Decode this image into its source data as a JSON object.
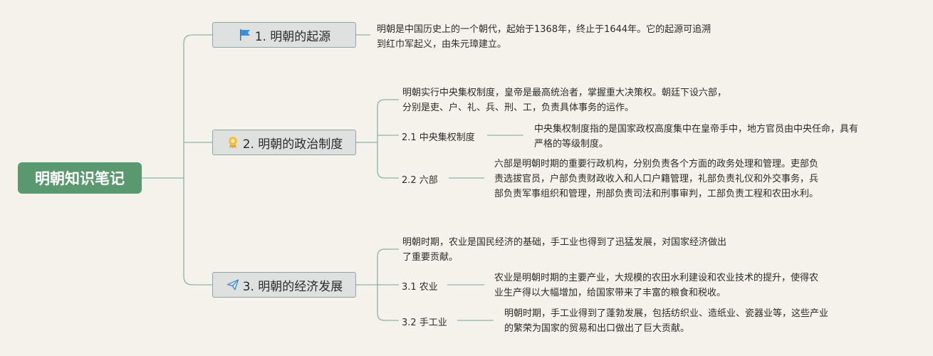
{
  "root": {
    "title": "明朝知识笔记"
  },
  "topics": [
    {
      "icon": "flag-icon",
      "label": "1. 明朝的起源",
      "note_lines": [
        "明朝是中国历史上的一个朝代，起始于1368年，终止于1644年。它的起源可追溯",
        "到红巾军起义，由朱元璋建立。"
      ]
    },
    {
      "icon": "award-ribbon-icon",
      "label": "2. 明朝的政治制度",
      "note_lines": [
        "明朝实行中央集权制度，皇帝是最高统治者，掌握重大决策权。朝廷下设六部，",
        "分别是吏、户、礼、兵、刑、工，负责具体事务的运作。"
      ],
      "subtopics": [
        {
          "label": "2.1 中央集权制度",
          "note_lines": [
            "中央集权制度指的是国家政权高度集中在皇帝手中，地方官员由中央任命，具有",
            "严格的等级制度。"
          ]
        },
        {
          "label": "2.2 六部",
          "note_lines": [
            "六部是明朝时期的重要行政机构，分别负责各个方面的政务处理和管理。吏部负",
            "责选拔官员，户部负责财政收入和人口户籍管理，礼部负责礼仪和外交事务，兵",
            "部负责军事组织和管理，刑部负责司法和刑事审判，工部负责工程和农田水利。"
          ]
        }
      ]
    },
    {
      "icon": "paper-plane-icon",
      "label": "3. 明朝的经济发展",
      "note_lines": [
        "明朝时期，农业是国民经济的基础，手工业也得到了迅猛发展，对国家经济做出",
        "了重要贡献。"
      ],
      "subtopics": [
        {
          "label": "3.1 农业",
          "note_lines": [
            "农业是明朝时期的主要产业，大规模的农田水利建设和农业技术的提升，使得农",
            "业生产得以大幅增加，给国家带来了丰富的粮食和税收。"
          ]
        },
        {
          "label": "3.2 手工业",
          "note_lines": [
            "明朝时期，手工业得到了蓬勃发展，包括纺织业、造纸业、瓷器业等，这些产业",
            "的繁荣为国家的贸易和出口做出了巨大贡献。"
          ]
        }
      ]
    }
  ],
  "colors": {
    "background": "#f4f2ea",
    "root_fill": "#5a9870",
    "topic_fill": "#dfe1e1",
    "topic_border": "#8aa8a0",
    "connector": "#8ab5a5"
  }
}
